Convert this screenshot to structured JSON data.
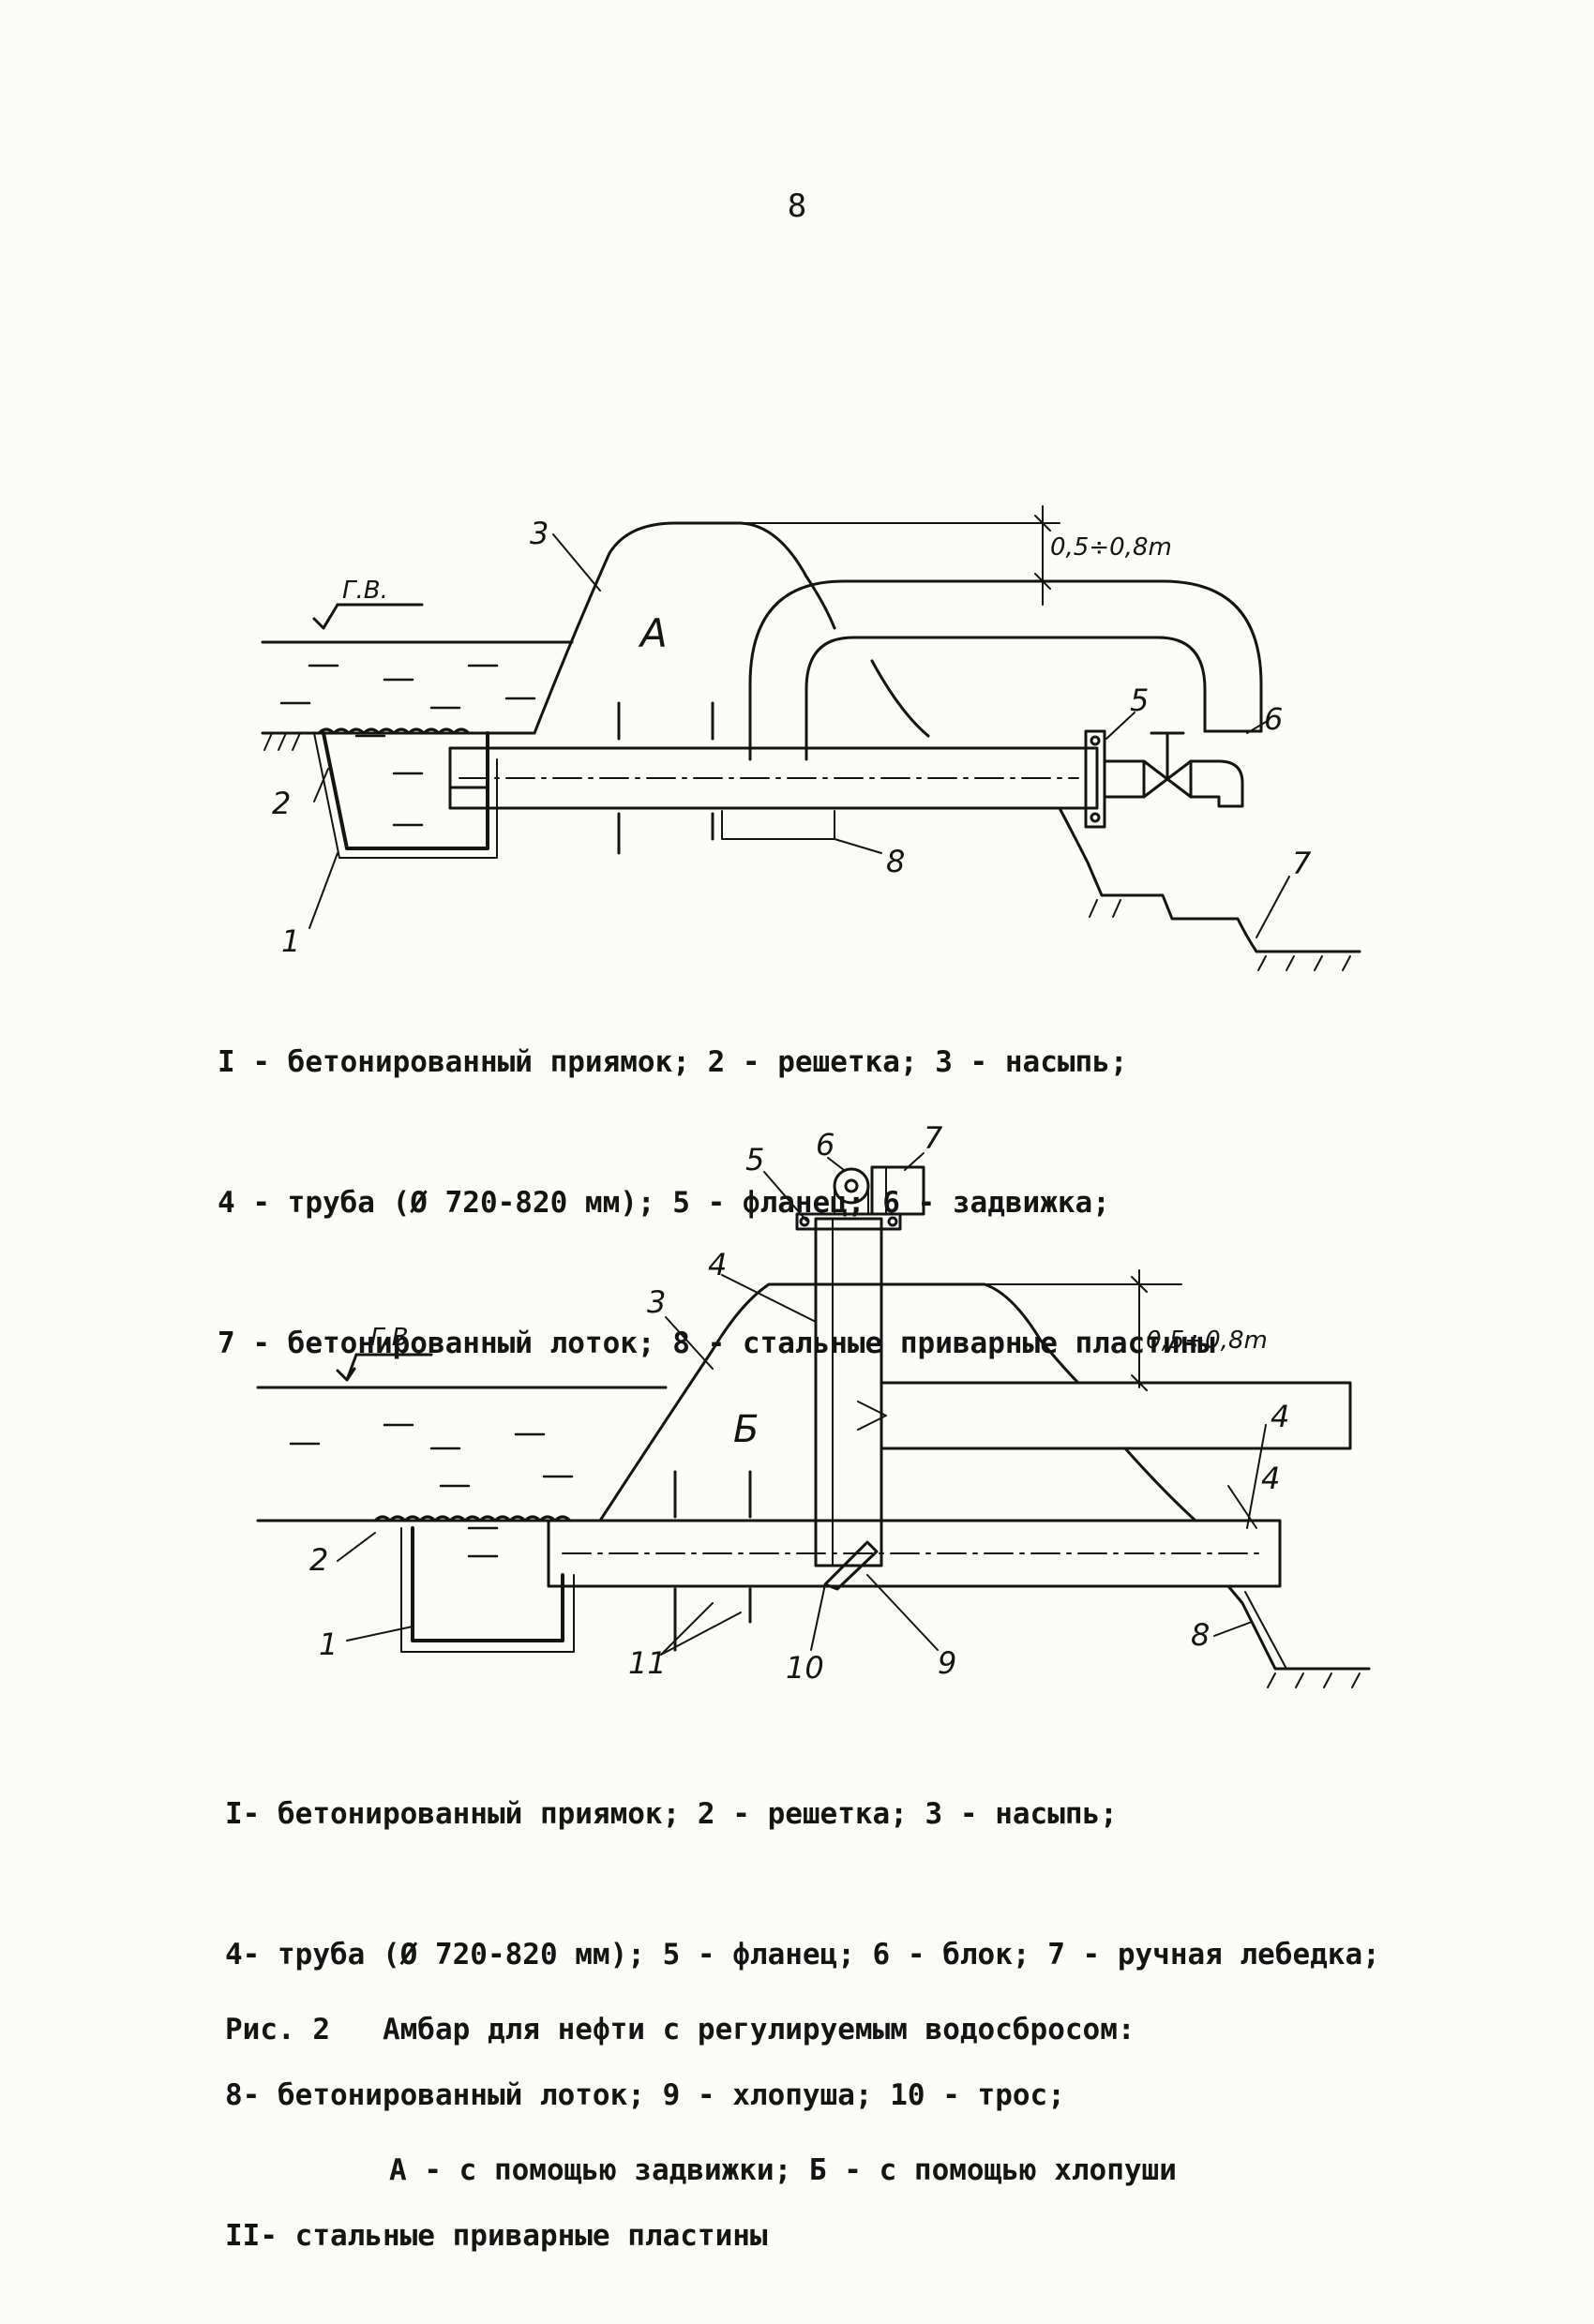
{
  "page_number": "8",
  "figure_a": {
    "section_letter": "А",
    "water_level_label": "Г.В.",
    "dimension_label": "0,5÷0,8m",
    "callouts": [
      "1",
      "2",
      "3",
      "5",
      "6",
      "7",
      "8"
    ],
    "legend_lines": [
      "I - бетонированный приямок; 2 - решетка; 3 - насыпь;",
      "4 - труба (Ø 720-820 мм); 5 - фланец; 6 - задвижка;",
      "7 - бетонированный лоток; 8 - стальные приварные пластины"
    ]
  },
  "figure_b": {
    "section_letter": "Б",
    "water_level_label": "Г.В",
    "dimension_label": "0,5÷0,8m",
    "callouts": [
      "1",
      "2",
      "3",
      "4",
      "4",
      "4",
      "5",
      "6",
      "7",
      "8",
      "9",
      "10",
      "11"
    ],
    "legend_lines": [
      "I- бетонированный приямок; 2 - решетка; 3 - насыпь;",
      "4- труба (Ø 720-820 мм); 5 - фланец; 6 - блок; 7 - ручная лебедка;",
      "8- бетонированный лоток; 9 - хлопуша; 10 - трос;",
      "II- стальные приварные пластины"
    ]
  },
  "caption": {
    "label": "Рис. 2",
    "title": "Амбар для нефти с регулируемым водосбросом:",
    "subtitle": "А - с помощью задвижки; Б - с помощью хлопуши"
  }
}
